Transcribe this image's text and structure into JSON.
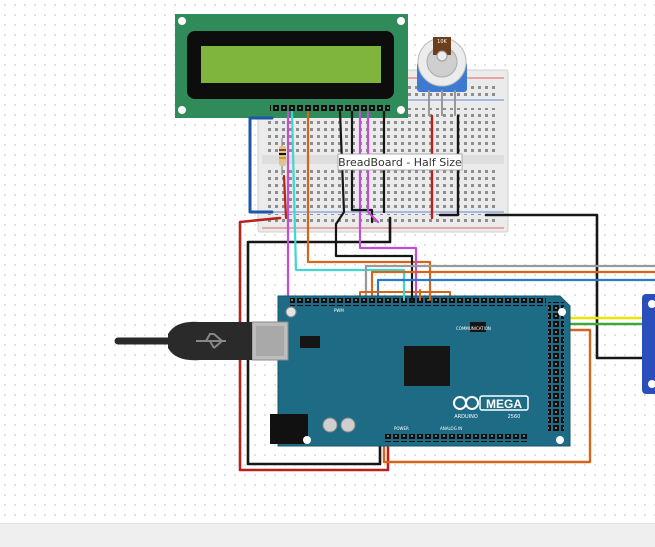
{
  "breadboard": {
    "tooltip": "BreadBoard - Half Size"
  },
  "arduino": {
    "model": "MEGA",
    "brand": "ARDUINO",
    "version": "2560",
    "pwm_label": "PWM",
    "communication_label": "COMMUNICATION",
    "power_label": "POWER",
    "analog_label": "ANALOG IN"
  },
  "potentiometer": {
    "value": "10K"
  },
  "colors": {
    "board": "#1e6b85",
    "lcd_pcb": "#2f8b5a",
    "lcd_screen": "#7fb53d",
    "breadboard": "#ececec",
    "wire_red": "#b8211d",
    "wire_black": "#161616",
    "wire_blue": "#1c56a8",
    "wire_orange": "#d4661c",
    "wire_cyan": "#3fd7d0",
    "wire_magenta": "#c24ed4",
    "wire_yellow": "#f0e400",
    "wire_green": "#3aa83a",
    "wire_gray": "#9a9a9a"
  }
}
